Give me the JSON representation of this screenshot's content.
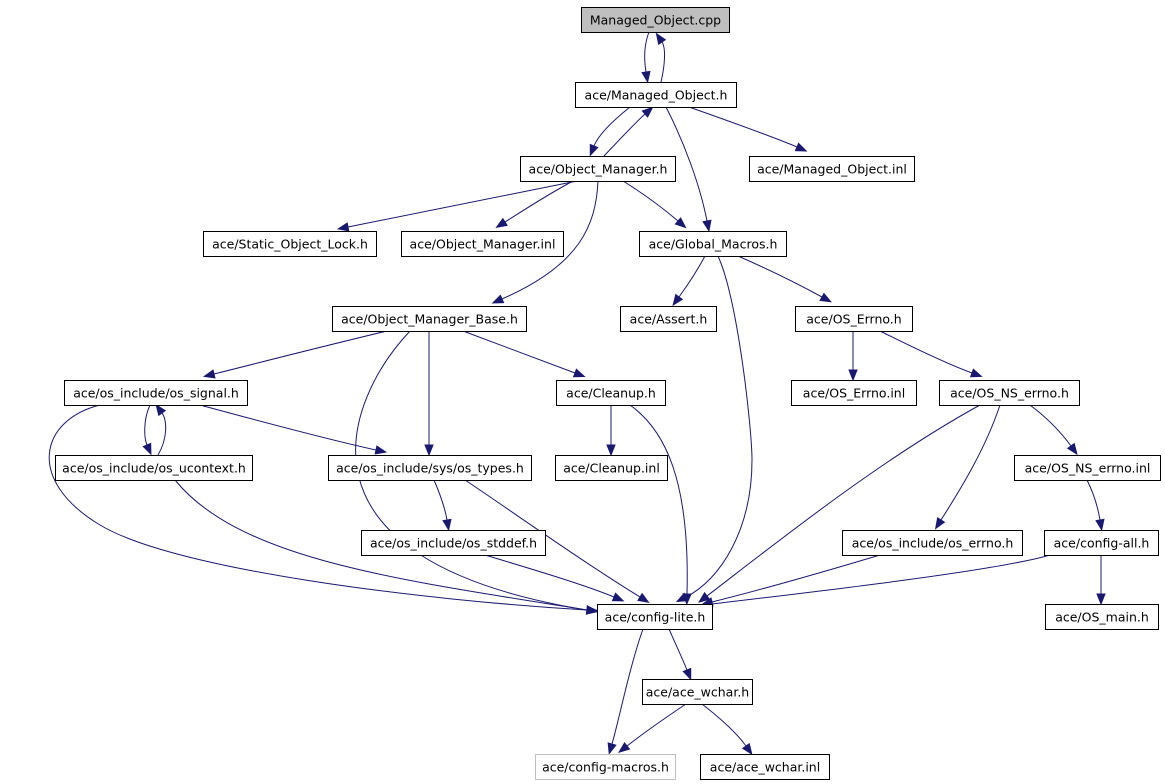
{
  "graph": {
    "kind": "include-dependency-graph",
    "colors": {
      "edge": "#191970",
      "root_fill": "#bfbfbf",
      "node_border": "#000000",
      "external_border": "#bfbfbf"
    },
    "nodes": [
      {
        "id": "n0",
        "label": "Managed_Object.cpp",
        "style": "root"
      },
      {
        "id": "n1",
        "label": "ace/Managed_Object.h"
      },
      {
        "id": "n2",
        "label": "ace/Object_Manager.h"
      },
      {
        "id": "n3",
        "label": "ace/Managed_Object.inl"
      },
      {
        "id": "n4",
        "label": "ace/Static_Object_Lock.h"
      },
      {
        "id": "n5",
        "label": "ace/Object_Manager.inl"
      },
      {
        "id": "n6",
        "label": "ace/Global_Macros.h"
      },
      {
        "id": "n7",
        "label": "ace/Object_Manager_Base.h"
      },
      {
        "id": "n8",
        "label": "ace/Assert.h"
      },
      {
        "id": "n9",
        "label": "ace/OS_Errno.h"
      },
      {
        "id": "n10",
        "label": "ace/os_include/os_signal.h"
      },
      {
        "id": "n11",
        "label": "ace/Cleanup.h"
      },
      {
        "id": "n12",
        "label": "ace/OS_Errno.inl"
      },
      {
        "id": "n13",
        "label": "ace/OS_NS_errno.h"
      },
      {
        "id": "n14",
        "label": "ace/os_include/os_ucontext.h"
      },
      {
        "id": "n15",
        "label": "ace/os_include/sys/os_types.h"
      },
      {
        "id": "n16",
        "label": "ace/Cleanup.inl"
      },
      {
        "id": "n17",
        "label": "ace/OS_NS_errno.inl"
      },
      {
        "id": "n18",
        "label": "ace/os_include/os_stddef.h"
      },
      {
        "id": "n19",
        "label": "ace/os_include/os_errno.h"
      },
      {
        "id": "n20",
        "label": "ace/config-all.h"
      },
      {
        "id": "n21",
        "label": "ace/config-lite.h"
      },
      {
        "id": "n22",
        "label": "ace/OS_main.h"
      },
      {
        "id": "n23",
        "label": "ace/ace_wchar.h"
      },
      {
        "id": "n24",
        "label": "ace/config-macros.h",
        "style": "external"
      },
      {
        "id": "n25",
        "label": "ace/ace_wchar.inl"
      }
    ],
    "edges": [
      {
        "from": "n0",
        "to": "n1"
      },
      {
        "from": "n1",
        "to": "n0"
      },
      {
        "from": "n1",
        "to": "n2"
      },
      {
        "from": "n2",
        "to": "n1"
      },
      {
        "from": "n1",
        "to": "n3"
      },
      {
        "from": "n1",
        "to": "n6"
      },
      {
        "from": "n2",
        "to": "n4"
      },
      {
        "from": "n2",
        "to": "n5"
      },
      {
        "from": "n2",
        "to": "n6"
      },
      {
        "from": "n2",
        "to": "n7"
      },
      {
        "from": "n6",
        "to": "n8"
      },
      {
        "from": "n6",
        "to": "n9"
      },
      {
        "from": "n6",
        "to": "n21"
      },
      {
        "from": "n7",
        "to": "n10"
      },
      {
        "from": "n7",
        "to": "n11"
      },
      {
        "from": "n7",
        "to": "n15"
      },
      {
        "from": "n7",
        "to": "n21"
      },
      {
        "from": "n9",
        "to": "n12"
      },
      {
        "from": "n9",
        "to": "n13"
      },
      {
        "from": "n10",
        "to": "n14"
      },
      {
        "from": "n14",
        "to": "n10"
      },
      {
        "from": "n10",
        "to": "n15"
      },
      {
        "from": "n10",
        "to": "n21"
      },
      {
        "from": "n14",
        "to": "n21"
      },
      {
        "from": "n11",
        "to": "n16"
      },
      {
        "from": "n11",
        "to": "n21"
      },
      {
        "from": "n13",
        "to": "n17"
      },
      {
        "from": "n13",
        "to": "n19"
      },
      {
        "from": "n13",
        "to": "n21"
      },
      {
        "from": "n15",
        "to": "n18"
      },
      {
        "from": "n15",
        "to": "n21"
      },
      {
        "from": "n18",
        "to": "n21"
      },
      {
        "from": "n17",
        "to": "n20"
      },
      {
        "from": "n19",
        "to": "n21"
      },
      {
        "from": "n20",
        "to": "n21"
      },
      {
        "from": "n20",
        "to": "n22"
      },
      {
        "from": "n21",
        "to": "n23"
      },
      {
        "from": "n21",
        "to": "n24"
      },
      {
        "from": "n23",
        "to": "n24"
      },
      {
        "from": "n23",
        "to": "n25"
      }
    ]
  }
}
